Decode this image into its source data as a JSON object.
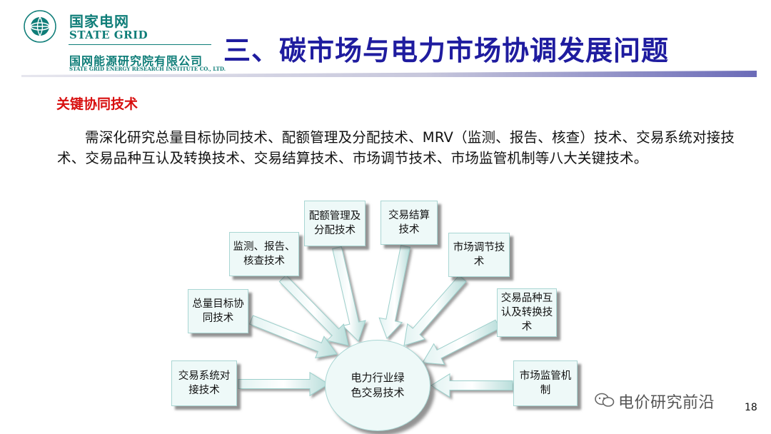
{
  "header": {
    "logo_cn": "国家电网",
    "logo_en": "STATE GRID",
    "institute_cn": "国网能源研究院有限公司",
    "institute_en": "STATE GRID ENERGY RESEARCH INSTITUTE CO., LTD.",
    "title": "三、碳市场与电力市场协调发展问题",
    "title_color": "#1f1c9f",
    "brand_color": "#0e7d78"
  },
  "body": {
    "section_heading": "关键协同技术",
    "paragraph": "需深化研究总量目标协同技术、配额管理及分配技术、MRV（监测、报告、核查）技术、交易系统对接技术、交易品种互认及转换技术、交易结算技术、市场调节技术、市场监管机制等八大关键技术。"
  },
  "diagram": {
    "center": "电力行业绿色交易技术",
    "nodes": {
      "quota": "配额管理及分配技术",
      "settlement": "交易结算技术",
      "mrv": "监测、报告、核查技术",
      "regulation": "市场调节技术",
      "target": "总量目标协同技术",
      "mutual": "交易品种互认及转换技术",
      "system": "交易系统对接技术",
      "supervision": "市场监管机制"
    }
  },
  "footer": {
    "watermark": "电价研究前沿",
    "page_number": "18"
  }
}
